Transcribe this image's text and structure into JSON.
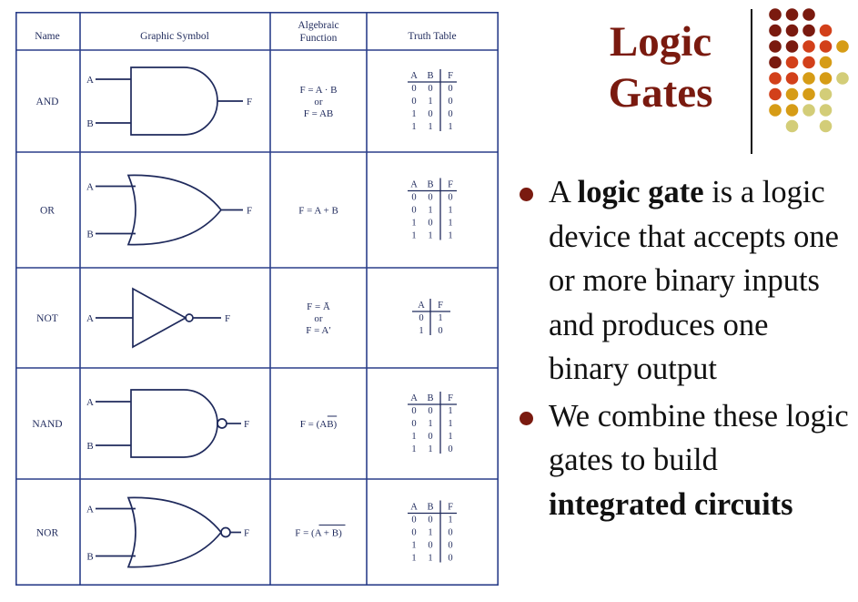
{
  "slide": {
    "title_line1": "Logic",
    "title_line2": "Gates",
    "accent_color": "#7a1a0f"
  },
  "table": {
    "headers": {
      "name": "Name",
      "symbol": "Graphic Symbol",
      "algebraic_line1": "Algebraic",
      "algebraic_line2": "Function",
      "truth": "Truth Table"
    },
    "input_labels": {
      "a": "A",
      "b": "B",
      "f": "F"
    },
    "rows": [
      {
        "name": "AND",
        "symbol": "and-gate",
        "function_lines": [
          "F = A · B",
          "or",
          "F = AB"
        ],
        "truth_headers": [
          "A",
          "B",
          "F"
        ],
        "truth_rows": [
          [
            "0",
            "0",
            "0"
          ],
          [
            "0",
            "1",
            "0"
          ],
          [
            "1",
            "0",
            "0"
          ],
          [
            "1",
            "1",
            "1"
          ]
        ]
      },
      {
        "name": "OR",
        "symbol": "or-gate",
        "function_lines": [
          "F = A + B"
        ],
        "truth_headers": [
          "A",
          "B",
          "F"
        ],
        "truth_rows": [
          [
            "0",
            "0",
            "0"
          ],
          [
            "0",
            "1",
            "1"
          ],
          [
            "1",
            "0",
            "1"
          ],
          [
            "1",
            "1",
            "1"
          ]
        ]
      },
      {
        "name": "NOT",
        "symbol": "not-gate",
        "function_lines": [
          "F = Ā",
          "or",
          "F = A′"
        ],
        "truth_headers": [
          "A",
          "F"
        ],
        "truth_rows": [
          [
            "0",
            "1"
          ],
          [
            "1",
            "0"
          ]
        ]
      },
      {
        "name": "NAND",
        "symbol": "nand-gate",
        "function_lines": [
          "F = (AB)"
        ],
        "overline_text": "AB",
        "truth_headers": [
          "A",
          "B",
          "F"
        ],
        "truth_rows": [
          [
            "0",
            "0",
            "1"
          ],
          [
            "0",
            "1",
            "1"
          ],
          [
            "1",
            "0",
            "1"
          ],
          [
            "1",
            "1",
            "0"
          ]
        ]
      },
      {
        "name": "NOR",
        "symbol": "nor-gate",
        "function_lines": [
          "F = (A + B)"
        ],
        "overline_text": "A + B",
        "truth_headers": [
          "A",
          "B",
          "F"
        ],
        "truth_rows": [
          [
            "0",
            "0",
            "1"
          ],
          [
            "0",
            "1",
            "0"
          ],
          [
            "1",
            "0",
            "0"
          ],
          [
            "1",
            "1",
            "0"
          ]
        ]
      }
    ]
  },
  "bullets": [
    {
      "parts": [
        {
          "text": "A ",
          "bold": false
        },
        {
          "text": "logic gate",
          "bold": true
        },
        {
          "text": " is a logic device that accepts one or more binary inputs and produces one binary output",
          "bold": false
        }
      ]
    },
    {
      "parts": [
        {
          "text": "We combine these logic gates to build ",
          "bold": false
        },
        {
          "text": "integrated circuits",
          "bold": true
        }
      ]
    }
  ],
  "dot_palette": {
    "dark": "#7a1a0f",
    "orange": "#d2401a",
    "gold": "#d69c16",
    "khaki": "#d3cd78"
  },
  "dot_rows": [
    [
      "dark",
      "dark",
      "dark",
      null,
      null
    ],
    [
      "dark",
      "dark",
      "dark",
      "orange",
      null
    ],
    [
      "dark",
      "dark",
      "orange",
      "orange",
      "gold"
    ],
    [
      "dark",
      "orange",
      "orange",
      "gold",
      null
    ],
    [
      "orange",
      "orange",
      "gold",
      "gold",
      "khaki"
    ],
    [
      "orange",
      "gold",
      "gold",
      "khaki",
      null
    ],
    [
      "gold",
      "gold",
      "khaki",
      "khaki",
      null
    ],
    [
      null,
      "khaki",
      null,
      "khaki",
      null
    ]
  ]
}
